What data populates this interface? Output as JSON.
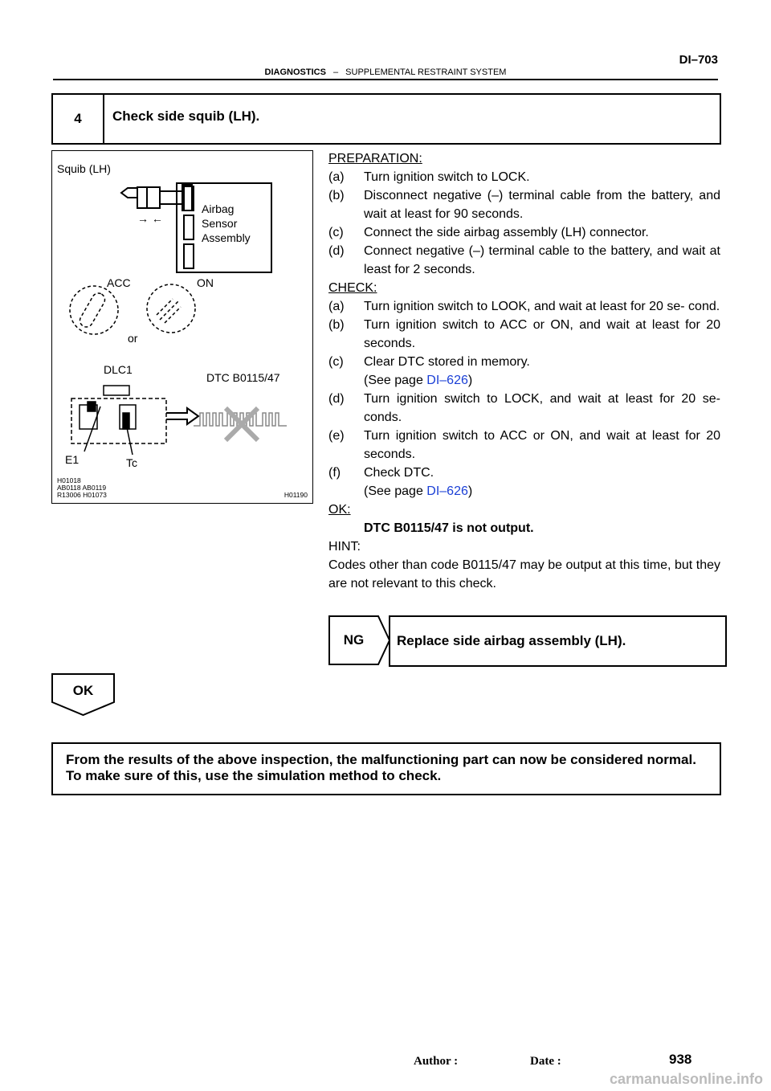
{
  "header": {
    "page_code": "DI–703",
    "section": "DIAGNOSTICS",
    "separator": "–",
    "subsection": "SUPPLEMENTAL RESTRAINT SYSTEM"
  },
  "step": {
    "number": "4",
    "title": "Check side squib (LH)."
  },
  "figure": {
    "squib_label": "Squib (LH)",
    "arrows": "→ ←",
    "airbag_line1": "Airbag",
    "airbag_line2": "Sensor",
    "airbag_line3": "Assembly",
    "acc_label": "ACC",
    "on_label": "ON",
    "or_label": "or",
    "dlc_label": "DLC1",
    "dtc_label": "DTC B0115/47",
    "e1_label": "E1",
    "tc_label": "Tc",
    "ref1": "H01018",
    "ref2": "AB0118  AB0119",
    "ref3": "R13006  H01073",
    "ref_right": "H01190"
  },
  "preparation": {
    "heading": "PREPARATION:",
    "items": [
      {
        "label": "(a)",
        "text": "Turn ignition switch to LOCK."
      },
      {
        "label": "(b)",
        "text": "Disconnect negative (–) terminal cable from the battery, and wait at least for 90 seconds."
      },
      {
        "label": "(c)",
        "text": "Connect the side airbag assembly (LH) connector."
      },
      {
        "label": "(d)",
        "text": "Connect negative (–) terminal cable to the battery, and wait at least for 2 seconds."
      }
    ]
  },
  "check": {
    "heading": "CHECK:",
    "items": [
      {
        "label": "(a)",
        "text": "Turn ignition switch to LOOK, and wait at least for 20 se- cond."
      },
      {
        "label": "(b)",
        "text": "Turn ignition switch to ACC or ON, and wait at least for 20 seconds."
      },
      {
        "label": "(c)",
        "text": "Clear DTC stored in memory."
      },
      {
        "label": "(d)",
        "text": "Turn ignition switch to LOCK, and wait at least for 20 se- conds."
      },
      {
        "label": "(e)",
        "text": "Turn ignition switch to ACC or ON, and wait at least for 20 seconds."
      },
      {
        "label": "(f)",
        "text": "Check DTC."
      }
    ],
    "see_page_prefix": "(See page ",
    "see_page_link": "DI–626",
    "see_page_suffix": ")"
  },
  "ok_section": {
    "heading": "OK:",
    "text": "DTC B0115/47 is not output."
  },
  "hint": {
    "heading": "HINT:",
    "text": "Codes other than code B0115/47 may be output at this time, but they are not relevant to this check."
  },
  "ng": {
    "label": "NG",
    "action": "Replace side airbag assembly (LH)."
  },
  "ok_flow": {
    "label": "OK"
  },
  "final_box": {
    "line1": "From the results of the above inspection, the malfunctioning part can now be considered normal.",
    "line2": "To make sure of this, use the simulation method to check."
  },
  "footer": {
    "author_label": "Author :",
    "date_label": "Date :",
    "page_number": "938",
    "watermark": "carmanualsonline.info"
  }
}
